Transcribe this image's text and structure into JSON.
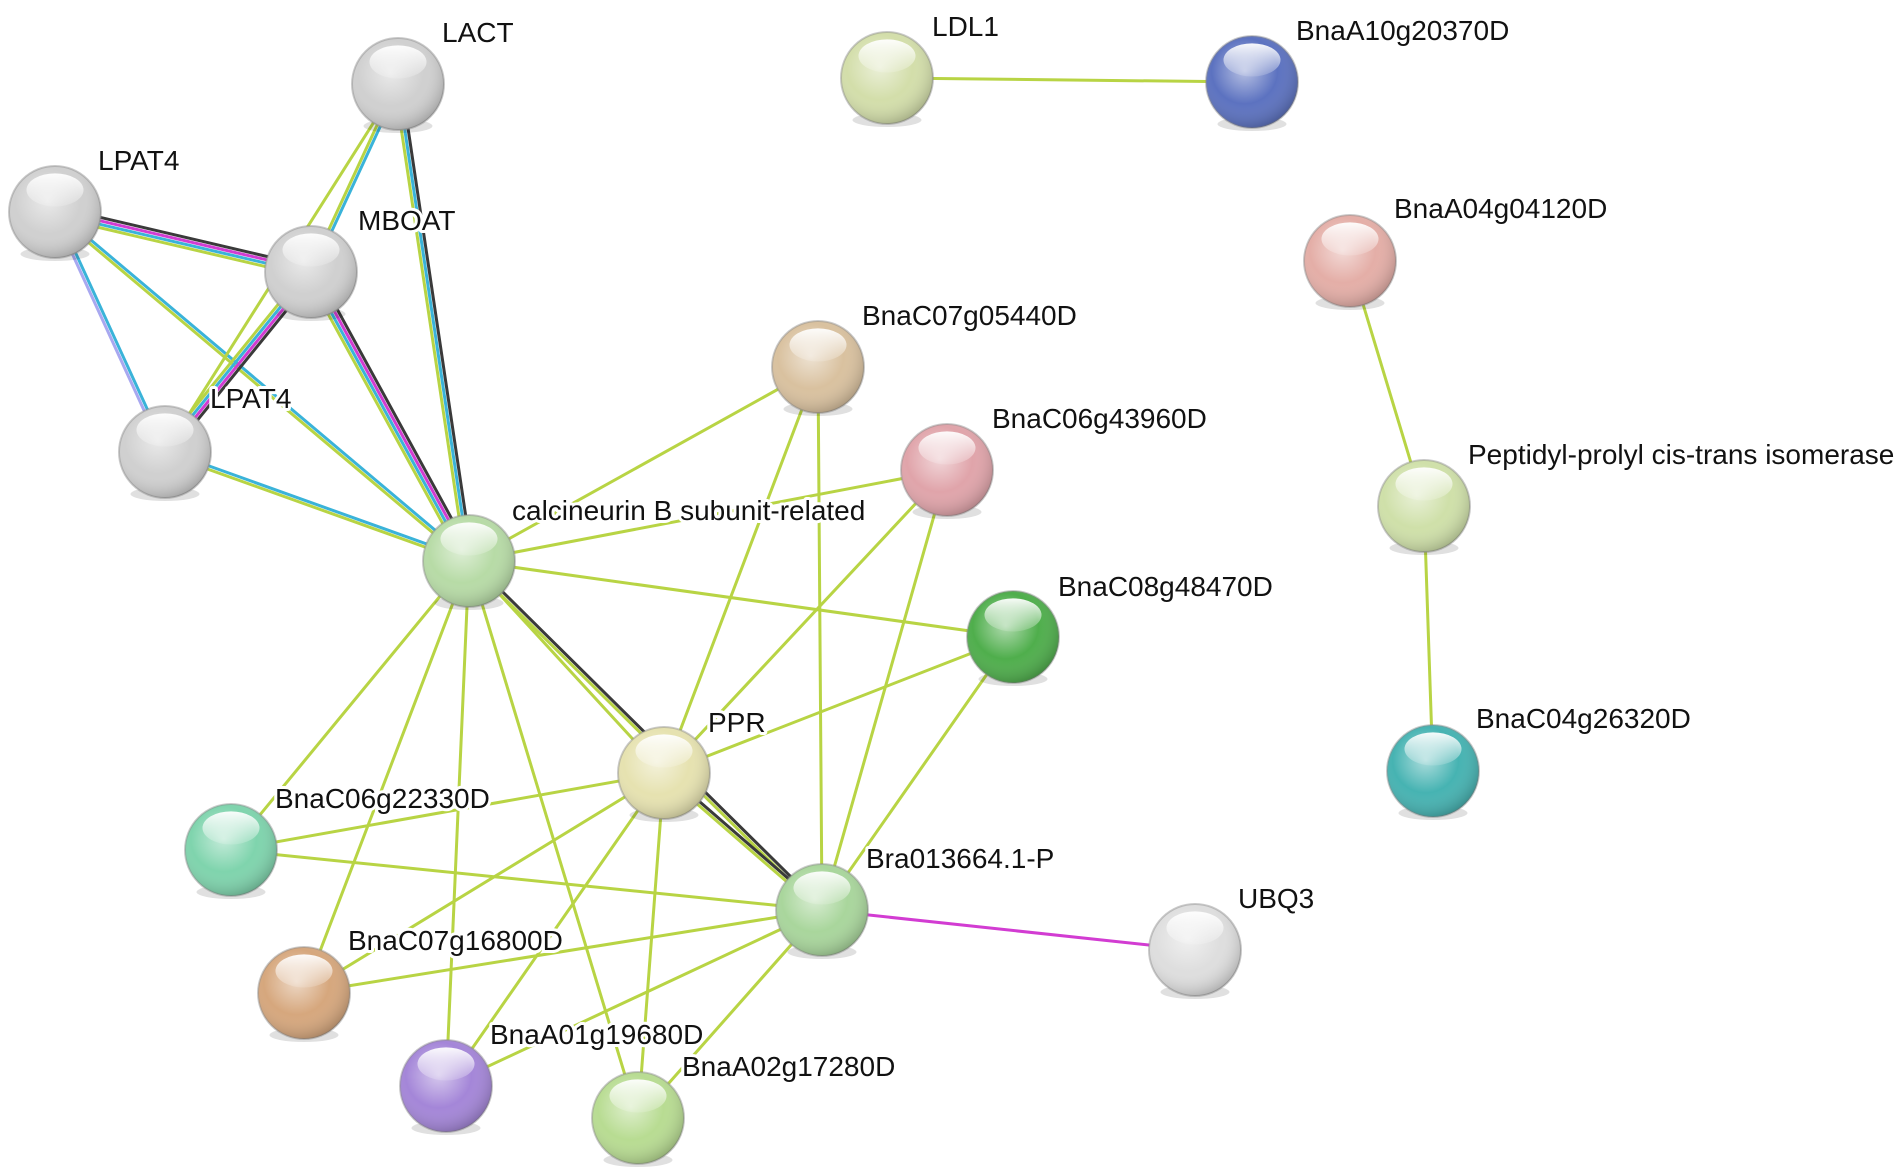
{
  "nodes": [
    {
      "id": "lact",
      "label": "LACT",
      "color": "#d0d0d0"
    },
    {
      "id": "lpat4a",
      "label": "LPAT4",
      "color": "#d0d0d0"
    },
    {
      "id": "mboat",
      "label": "MBOAT",
      "color": "#d0d0d0"
    },
    {
      "id": "lpat4b",
      "label": "LPAT4",
      "color": "#d0d0d0"
    },
    {
      "id": "cbsr",
      "label": "calcineurin B subunit-related",
      "color": "#b7dba6"
    },
    {
      "id": "c07g05440",
      "label": "BnaC07g05440D",
      "color": "#d9c19f"
    },
    {
      "id": "c06g43960",
      "label": "BnaC06g43960D",
      "color": "#e0a4aa"
    },
    {
      "id": "c08g48470",
      "label": "BnaC08g48470D",
      "color": "#4fae4c"
    },
    {
      "id": "ppr",
      "label": "PPR",
      "color": "#e6e2b0"
    },
    {
      "id": "c06g22330",
      "label": "BnaC06g22330D",
      "color": "#7fd4ad"
    },
    {
      "id": "bra013664",
      "label": "Bra013664.1-P",
      "color": "#a9d69c"
    },
    {
      "id": "c07g16800",
      "label": "BnaC07g16800D",
      "color": "#d6a77d"
    },
    {
      "id": "a01g19680",
      "label": "BnaA01g19680D",
      "color": "#a486d8"
    },
    {
      "id": "a02g17280",
      "label": "BnaA02g17280D",
      "color": "#b8dc92"
    },
    {
      "id": "ubq3",
      "label": "UBQ3",
      "color": "#dedede"
    },
    {
      "id": "ldl1",
      "label": "LDL1",
      "color": "#d3deaa"
    },
    {
      "id": "a10g20370",
      "label": "BnaA10g20370D",
      "color": "#5c72c0"
    },
    {
      "id": "a04g04120",
      "label": "BnaA04g04120D",
      "color": "#e4aea7"
    },
    {
      "id": "ppiase",
      "label": "Peptidyl-prolyl cis-trans isomerase",
      "color": "#cfe0a9"
    },
    {
      "id": "c04g26320",
      "label": "BnaC04g26320D",
      "color": "#46b3b2"
    }
  ],
  "edges": [
    {
      "source": "lpat4a",
      "target": "mboat",
      "colors": [
        "#3a3a3a",
        "#d23cd2",
        "#3ab3d9",
        "#b8d444"
      ]
    },
    {
      "source": "lpat4a",
      "target": "lpat4b",
      "colors": [
        "#3ab3d9",
        "#a8a8f0"
      ]
    },
    {
      "source": "lpat4a",
      "target": "cbsr",
      "colors": [
        "#3ab3d9",
        "#b8d444"
      ]
    },
    {
      "source": "lact",
      "target": "mboat",
      "colors": [
        "#3ab3d9",
        "#b8d444"
      ]
    },
    {
      "source": "lact",
      "target": "lpat4b",
      "colors": [
        "#b8d444"
      ]
    },
    {
      "source": "lact",
      "target": "cbsr",
      "colors": [
        "#3a3a3a",
        "#3ab3d9",
        "#b8d444"
      ]
    },
    {
      "source": "mboat",
      "target": "lpat4b",
      "colors": [
        "#3a3a3a",
        "#d23cd2",
        "#3ab3d9",
        "#b8d444"
      ]
    },
    {
      "source": "mboat",
      "target": "cbsr",
      "colors": [
        "#3a3a3a",
        "#d23cd2",
        "#3ab3d9",
        "#b8d444"
      ]
    },
    {
      "source": "lpat4b",
      "target": "cbsr",
      "colors": [
        "#3ab3d9",
        "#b8d444"
      ]
    },
    {
      "source": "cbsr",
      "target": "c07g05440",
      "colors": [
        "#b8d444"
      ]
    },
    {
      "source": "cbsr",
      "target": "c06g43960",
      "colors": [
        "#b8d444"
      ]
    },
    {
      "source": "cbsr",
      "target": "c08g48470",
      "colors": [
        "#b8d444"
      ]
    },
    {
      "source": "cbsr",
      "target": "ppr",
      "colors": [
        "#b8d444"
      ]
    },
    {
      "source": "cbsr",
      "target": "bra013664",
      "colors": [
        "#3a3a3a",
        "#b8d444"
      ]
    },
    {
      "source": "cbsr",
      "target": "c06g22330",
      "colors": [
        "#b8d444"
      ]
    },
    {
      "source": "cbsr",
      "target": "c07g16800",
      "colors": [
        "#b8d444"
      ]
    },
    {
      "source": "cbsr",
      "target": "a01g19680",
      "colors": [
        "#b8d444"
      ]
    },
    {
      "source": "cbsr",
      "target": "a02g17280",
      "colors": [
        "#b8d444"
      ]
    },
    {
      "source": "c07g05440",
      "target": "ppr",
      "colors": [
        "#b8d444"
      ]
    },
    {
      "source": "c07g05440",
      "target": "bra013664",
      "colors": [
        "#b8d444"
      ]
    },
    {
      "source": "c06g43960",
      "target": "ppr",
      "colors": [
        "#b8d444"
      ]
    },
    {
      "source": "c06g43960",
      "target": "bra013664",
      "colors": [
        "#b8d444"
      ]
    },
    {
      "source": "c08g48470",
      "target": "ppr",
      "colors": [
        "#b8d444"
      ]
    },
    {
      "source": "c08g48470",
      "target": "bra013664",
      "colors": [
        "#b8d444"
      ]
    },
    {
      "source": "ppr",
      "target": "bra013664",
      "colors": [
        "#3a3a3a",
        "#b8d444"
      ]
    },
    {
      "source": "ppr",
      "target": "c06g22330",
      "colors": [
        "#b8d444"
      ]
    },
    {
      "source": "ppr",
      "target": "c07g16800",
      "colors": [
        "#b8d444"
      ]
    },
    {
      "source": "ppr",
      "target": "a01g19680",
      "colors": [
        "#b8d444"
      ]
    },
    {
      "source": "ppr",
      "target": "a02g17280",
      "colors": [
        "#b8d444"
      ]
    },
    {
      "source": "c06g22330",
      "target": "bra013664",
      "colors": [
        "#b8d444"
      ]
    },
    {
      "source": "c07g16800",
      "target": "bra013664",
      "colors": [
        "#b8d444"
      ]
    },
    {
      "source": "a01g19680",
      "target": "bra013664",
      "colors": [
        "#b8d444"
      ]
    },
    {
      "source": "a02g17280",
      "target": "bra013664",
      "colors": [
        "#b8d444"
      ]
    },
    {
      "source": "bra013664",
      "target": "ubq3",
      "colors": [
        "#d23cd2"
      ]
    },
    {
      "source": "ldl1",
      "target": "a10g20370",
      "colors": [
        "#b8d444"
      ]
    },
    {
      "source": "a04g04120",
      "target": "ppiase",
      "colors": [
        "#b8d444"
      ]
    },
    {
      "source": "ppiase",
      "target": "c04g26320",
      "colors": [
        "#b8d444"
      ]
    }
  ]
}
